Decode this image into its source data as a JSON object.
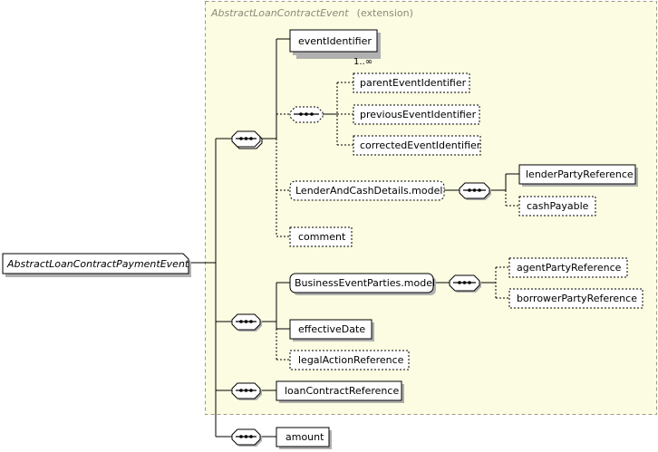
{
  "extension": {
    "type_name": "AbstractLoanContractEvent",
    "suffix": "(extension)"
  },
  "root": {
    "label": "AbstractLoanContractPaymentEvent"
  },
  "elements": {
    "eventIdentifier": "eventIdentifier",
    "multiplicity": "1..∞",
    "parentEventIdentifier": "parentEventIdentifier",
    "previousEventIdentifier": "previousEventIdentifier",
    "correctedEventIdentifier": "correctedEventIdentifier",
    "lenderAndCashDetailsModel": "LenderAndCashDetails.model",
    "lenderPartyReference": "lenderPartyReference",
    "cashPayable": "cashPayable",
    "comment": "comment",
    "businessEventPartiesModel": "BusinessEventParties.model",
    "agentPartyReference": "agentPartyReference",
    "borrowerPartyReference": "borrowerPartyReference",
    "effectiveDate": "effectiveDate",
    "legalActionReference": "legalActionReference",
    "loanContractReference": "loanContractReference",
    "amount": "amount"
  }
}
